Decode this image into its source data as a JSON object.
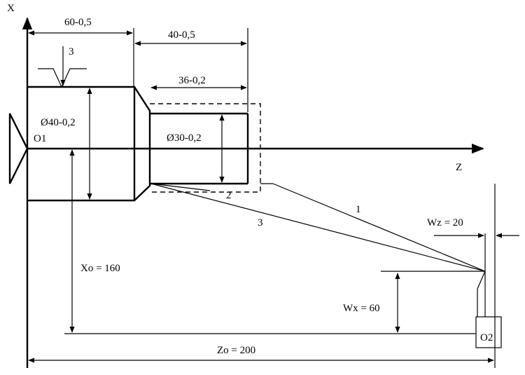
{
  "axis": {
    "x": "X",
    "z": "Z"
  },
  "origins": {
    "o1": "O1",
    "o2": "O2"
  },
  "dimensions": {
    "len_60": "60-0,5",
    "len_40": "40-0,5",
    "len_36": "36-0,2",
    "dia_40": "Ø40-0,2",
    "dia_30": "Ø30-0,2",
    "xo": "Xo = 160",
    "zo": "Zo = 200",
    "wx": "Wx = 60",
    "wz": "Wz = 20"
  },
  "paths": {
    "p1": "1",
    "p2": "2",
    "p3": "3",
    "tool_ref": "3"
  }
}
